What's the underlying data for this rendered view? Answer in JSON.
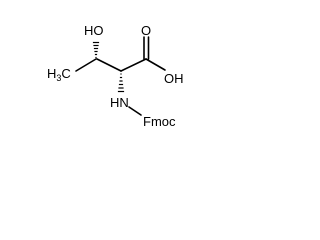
{
  "molecule": {
    "labels": {
      "hydroxyl": "HO",
      "methyl_main": "H",
      "methyl_sub": "3",
      "methyl_tail": "C",
      "carbonyl_o": "O",
      "acid_oh": "OH",
      "amine_nh": "HN",
      "protecting_group": "Fmoc"
    }
  },
  "colors": {
    "ink": "#000000",
    "background": "#ffffff"
  }
}
